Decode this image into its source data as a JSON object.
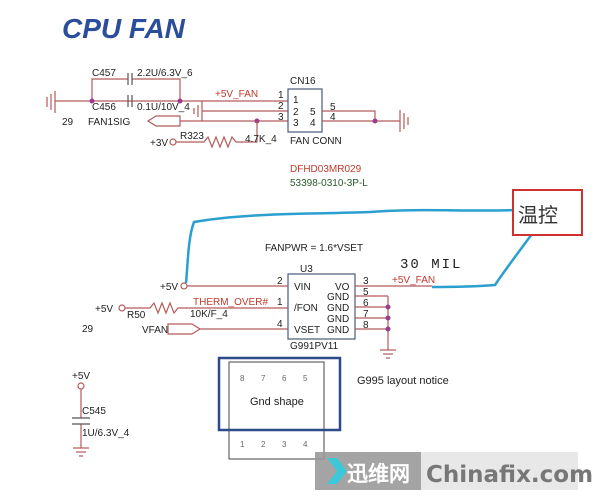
{
  "title": "CPU FAN",
  "top": {
    "connector_ref": "CN16",
    "connector_name": "FAN CONN",
    "part_number_red": "DFHD03MR029",
    "part_number": "53398-0310-3P-L",
    "pins_left": [
      "1",
      "2",
      "3"
    ],
    "pins_inner_left": [
      "1",
      "2",
      "3"
    ],
    "pins_inner_right": [
      "5",
      "4"
    ],
    "pins_right": [
      "5",
      "4"
    ],
    "net_5v_fan": "+5V_FAN",
    "c457": "C457",
    "c457_value": "2.2U/6.3V_6",
    "c456": "C456",
    "c456_value": "0.1U/10V_4",
    "fan1sig": "FAN1SIG",
    "r323": "R323",
    "r323_value": "4.7K_4",
    "plus3v": "+3V",
    "page_ref": "29"
  },
  "middle": {
    "formula": "FANPWR = 1.6*VSET",
    "ic_ref": "U3",
    "ic_part": "G991PV11",
    "pins_left": [
      {
        "num": "2",
        "name": "VIN"
      },
      {
        "num": "1",
        "name": "/FON"
      },
      {
        "num": "4",
        "name": "VSET"
      }
    ],
    "pins_right": [
      {
        "num": "3",
        "name": "VO"
      },
      {
        "num": "5",
        "name": "GND"
      },
      {
        "num": "6",
        "name": "GND"
      },
      {
        "num": "7",
        "name": "GND"
      },
      {
        "num": "8",
        "name": "GND"
      }
    ],
    "plus5v_a": "+5V",
    "plus5v_b": "+5V",
    "r50": "R50",
    "r50_value": "10K/F_4",
    "therm": "THERM_OVER#",
    "vfan": "VFAN",
    "net_5v_fan": "+5V_FAN",
    "trace_width": "30 MIL",
    "page_ref": "29",
    "annotation": "温控"
  },
  "bottom": {
    "plus5v": "+5V",
    "c545": "C545",
    "c545_value": "1U/6.3V_4",
    "pads_top": [
      "8",
      "7",
      "6",
      "5"
    ],
    "pads_bottom": [
      "1",
      "2",
      "3",
      "4"
    ],
    "gnd_shape": "Gnd shape",
    "notice": "G995 layout notice"
  },
  "watermark": {
    "cn": "迅维网",
    "en": "Chinafix.com"
  }
}
